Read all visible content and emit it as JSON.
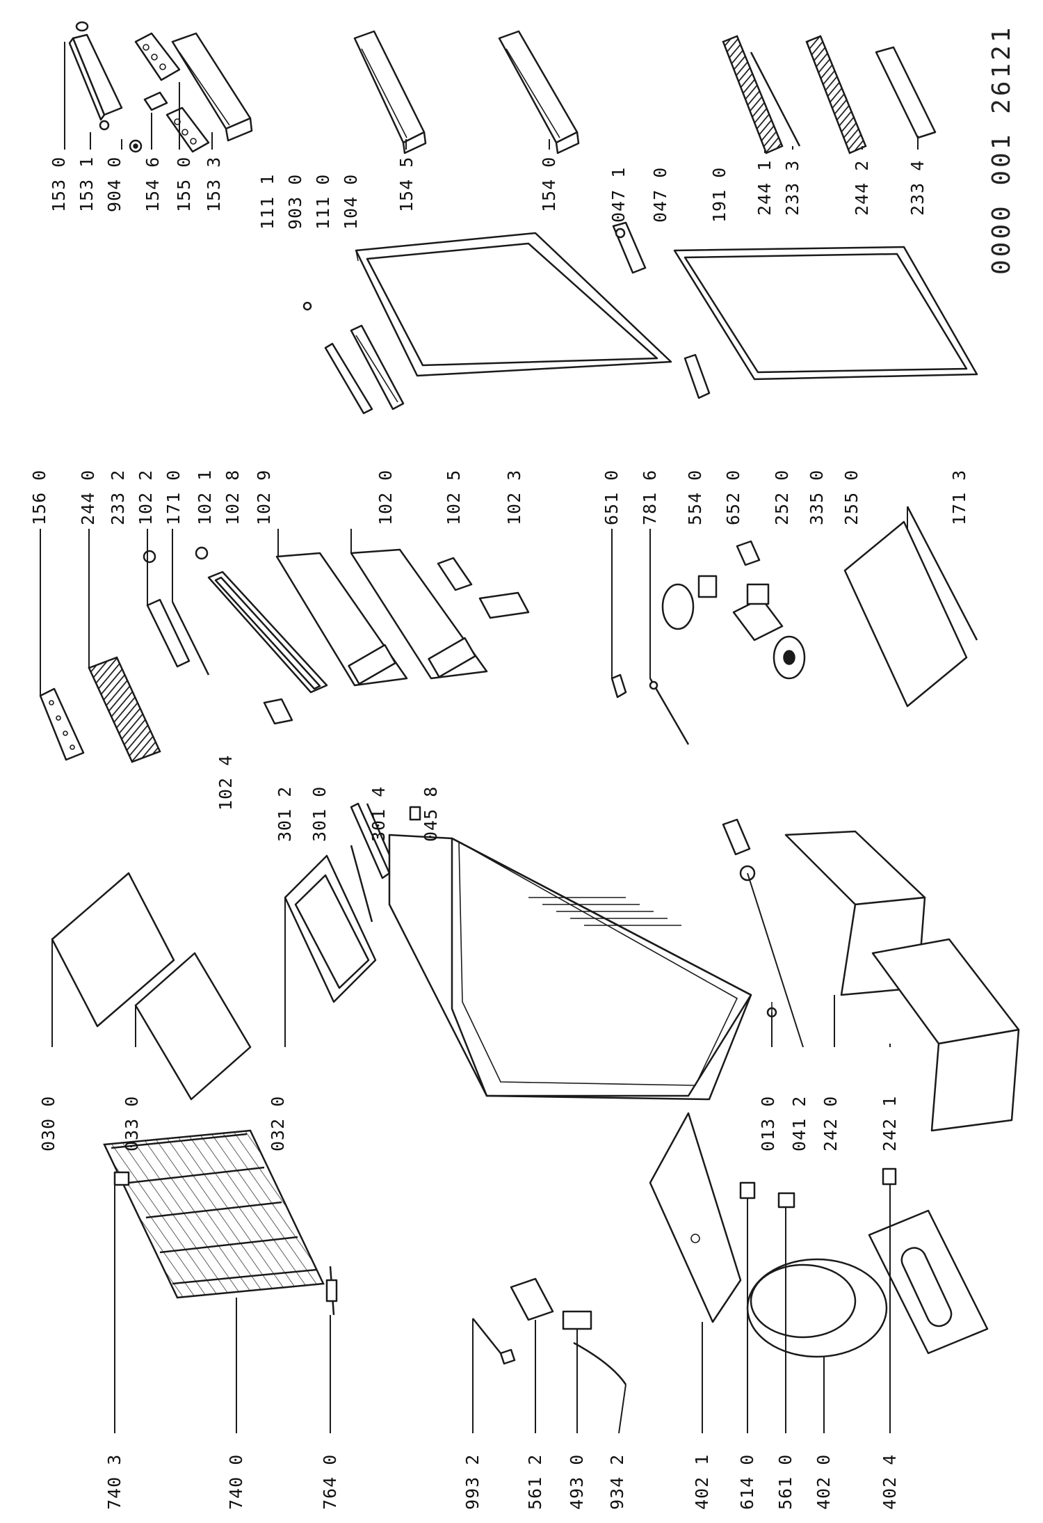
{
  "document_number": "0000 001 26121",
  "part_labels": {
    "153_0": "153 0",
    "153_1": "153 1",
    "904_0": "904 0",
    "154_6": "154 6",
    "155_0": "155 0",
    "153_3": "153 3",
    "111_1": "111 1",
    "903_0": "903 0",
    "111_0": "111 0",
    "104_0": "104 0",
    "154_5": "154 5",
    "154_0": "154 0",
    "047_1": "047 1",
    "047_0": "047 0",
    "191_0": "191 0",
    "244_1": "244 1",
    "233_3": "233 3",
    "244_2": "244 2",
    "233_4": "233 4",
    "156_0": "156 0",
    "244_0": "244 0",
    "233_2": "233 2",
    "102_2": "102 2",
    "171_0": "171 0",
    "102_1": "102 1",
    "102_8": "102 8",
    "102_9": "102 9",
    "102_0": "102 0",
    "102_5": "102 5",
    "102_3": "102 3",
    "651_0": "651 0",
    "781_6": "781 6",
    "554_0": "554 0",
    "652_0": "652 0",
    "252_0": "252 0",
    "335_0": "335 0",
    "255_0": "255 0",
    "171_3": "171 3",
    "102_4": "102 4",
    "301_2": "301 2",
    "301_0": "301 0",
    "301_4": "301 4",
    "045_8": "045 8",
    "030_0": "030 0",
    "033_0": "033 0",
    "032_0": "032 0",
    "013_0": "013 0",
    "041_2": "041 2",
    "242_0": "242 0",
    "242_1": "242 1",
    "740_3": "740 3",
    "740_0": "740 0",
    "764_0": "764 0",
    "993_2": "993 2",
    "561_2": "561 2",
    "493_0": "493 0",
    "934_2": "934 2",
    "402_1": "402 1",
    "614_0": "614 0",
    "561_0": "561 0",
    "402_0": "402 0",
    "402_4": "402 4"
  }
}
